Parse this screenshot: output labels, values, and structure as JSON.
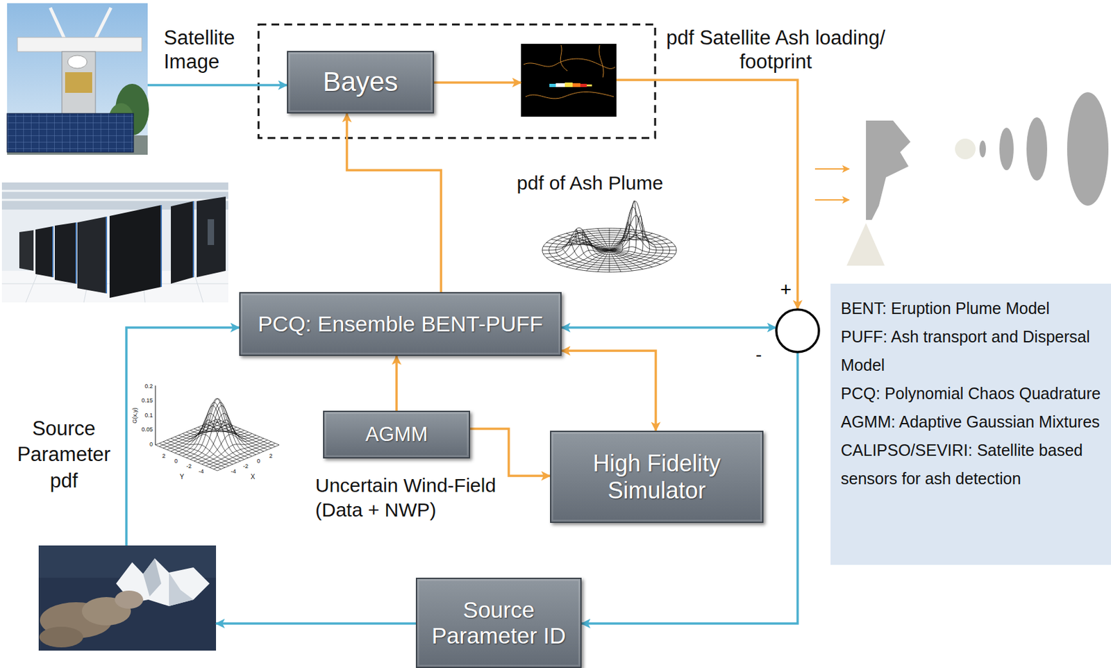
{
  "diagram": {
    "nodes": [
      {
        "text": [
          "Bayes"
        ]
      },
      {
        "text": [
          "BENT: Eruption Plume Model",
          "PUFF: Ash transport and Dispersal Model",
          "PCQ: Polynomial Chaos Quadrature",
          "AGMM: Adaptive Gaussian Mixtures",
          "CALIPSO/SEVIRI: Satellite based sensors for ash detection"
        ]
      },
      {
        "text": [
          "PCQ: Ensemble BENT-PUFF"
        ]
      },
      {
        "text": [
          "+",
          "-"
        ]
      },
      {
        "text": [
          "AGMM"
        ]
      },
      {
        "text": [
          "High Fidelity Simulator"
        ]
      },
      {
        "text": [
          "Source Parameter ID"
        ]
      }
    ],
    "edges": [
      {
        "from": 2,
        "to": 0,
        "arrow": "to"
      },
      {
        "from": 2,
        "to": 3,
        "arrow": "both"
      },
      {
        "from": 2,
        "to": 5,
        "arrow": "both"
      },
      {
        "from": 4,
        "to": 2,
        "arrow": "to"
      },
      {
        "from": 4,
        "to": 5,
        "arrow": "to"
      },
      {
        "from": 3,
        "to": 6,
        "arrow": "to"
      }
    ],
    "labels": [
      "Satellite Image",
      "pdf Satellite Ash loading/ footprint",
      "pdf of Ash Plume",
      "Source Parameter pdf",
      "Uncertain Wind-Field (Data + NWP)",
      "0.2",
      "0.15",
      "0.1",
      "0.05",
      "0",
      "G(x,y)",
      "2",
      "0",
      "-2",
      "-4",
      "Y",
      "-4",
      "-2",
      "0",
      "2",
      "X"
    ]
  }
}
